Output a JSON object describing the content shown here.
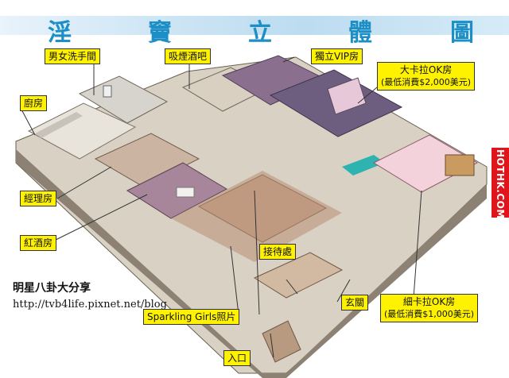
{
  "title": {
    "chars": [
      "淫",
      "竇",
      "立",
      "體",
      "圖"
    ]
  },
  "labels": {
    "restrooms": "男女洗手間",
    "smoking_bar": "吸煙酒吧",
    "vip_room": "獨立VIP房",
    "kitchen": "廚房",
    "large_karaoke_title": "大卡拉OK房",
    "large_karaoke_min": "(最低消費$2,000美元)",
    "manager_room": "經理房",
    "wine_room": "紅酒房",
    "reception": "接待處",
    "foyer": "玄關",
    "small_karaoke_title": "細卡拉OK房",
    "small_karaoke_min": "(最低消費$1,000美元)",
    "sparkling_photos": "Sparkling Girls照片",
    "entrance": "入口"
  },
  "side_tag": "HOTHK.COM",
  "credit": {
    "line1": "明星八卦大分享",
    "line2": "http://tvb4life.pixnet.net/blog"
  },
  "colors": {
    "title_blue": "#1b8fc6",
    "callout_yellow": "#fff200",
    "side_tag_red": "#e0141b"
  }
}
